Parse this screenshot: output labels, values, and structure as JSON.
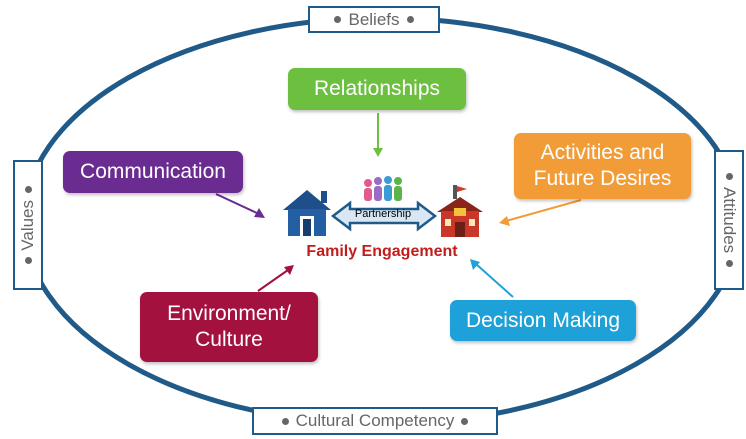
{
  "frame": {
    "top_label": "Beliefs",
    "left_label": "Values",
    "right_label": "Attitudes",
    "bottom_label": "Cultural Competency",
    "ring_color": "#1f5a88"
  },
  "boxes": {
    "relationships": {
      "label": "Relationships",
      "color": "#6cbf3f"
    },
    "communication": {
      "label": "Communication",
      "color": "#6a2c91"
    },
    "activities": {
      "label": "Activities and\nFuture Desires",
      "color": "#f29c38"
    },
    "environment": {
      "label": "Environment/\nCulture",
      "color": "#a3113f"
    },
    "decision": {
      "label": "Decision Making",
      "color": "#1ea0d8"
    }
  },
  "center": {
    "title": "Family Engagement",
    "partnership": "Partnership",
    "house_icon": "house-icon",
    "school_icon": "school-icon",
    "people_icon": "people-group-icon"
  }
}
